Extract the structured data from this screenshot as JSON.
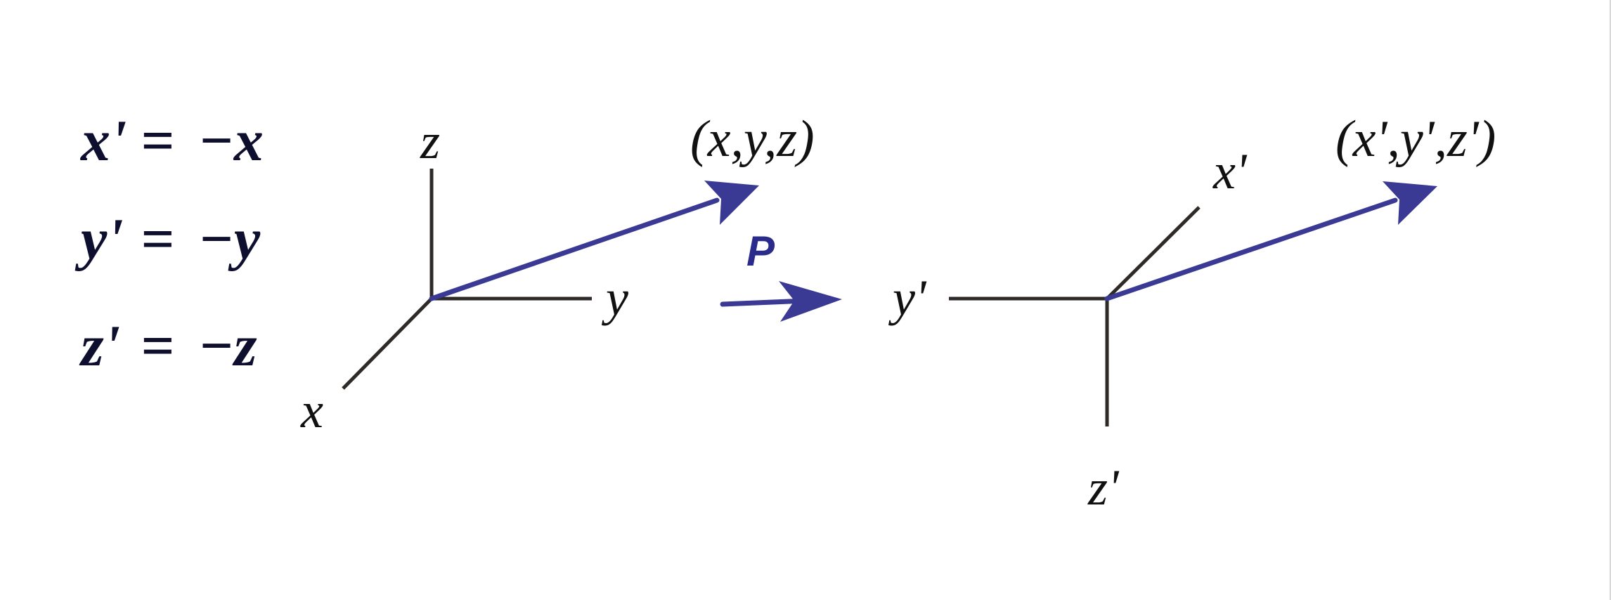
{
  "equations": [
    {
      "lhs": "x'",
      "rhs": "−x"
    },
    {
      "lhs": "y'",
      "rhs": "−y"
    },
    {
      "lhs": "z'",
      "rhs": "−z"
    }
  ],
  "equals_sign": "=",
  "original_frame": {
    "axis_labels": {
      "x": "x",
      "y": "y",
      "z": "z"
    },
    "vector_label": "(x,y,z)"
  },
  "operation": {
    "label": "P"
  },
  "transformed_frame": {
    "axis_labels": {
      "x": "x'",
      "y": "y'",
      "z": "z'"
    },
    "vector_label": "(x',y',z')"
  },
  "colors": {
    "vector": "#3a3a94",
    "axes": "#2e2a28",
    "arrow_label": "#2b2b8c",
    "text": "#111111"
  }
}
